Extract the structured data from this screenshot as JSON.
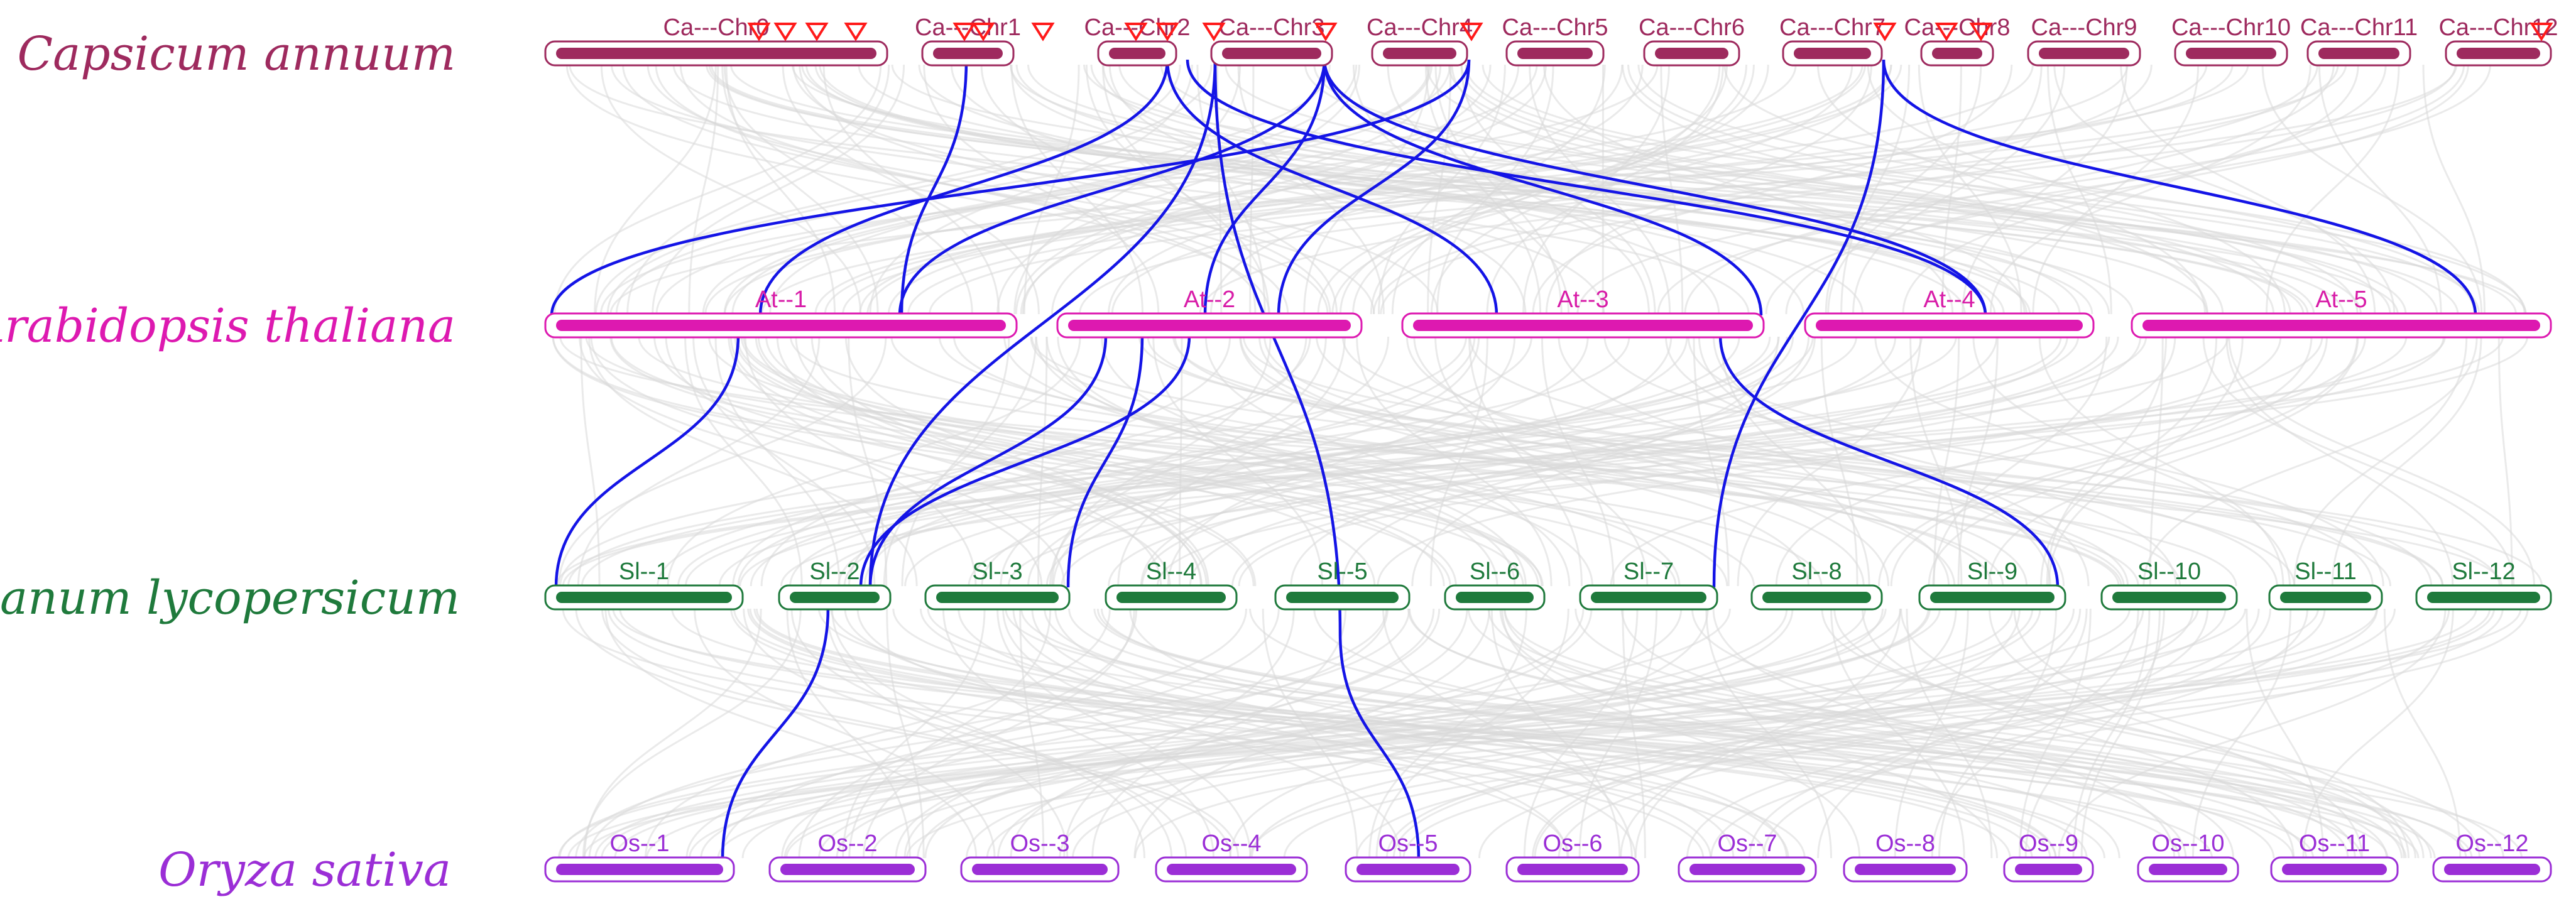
{
  "species": [
    {
      "name": "Capsicum annuum",
      "color": "#9e2a5e",
      "chromosomes": [
        "Ca---Chr0",
        "Ca---Chr1",
        "Ca---Chr2",
        "Ca---Chr3",
        "Ca---Chr4",
        "Ca---Chr5",
        "Ca---Chr6",
        "Ca---Chr7",
        "Ca---Chr8",
        "Ca---Chr9",
        "Ca---Chr10",
        "Ca---Chr11",
        "Ca---Chr12"
      ]
    },
    {
      "name": "Arabidopsis thaliana",
      "color": "#dd19b0",
      "chromosomes": [
        "At--1",
        "At--2",
        "At--3",
        "At--4",
        "At--5"
      ]
    },
    {
      "name": "Solanum lycopersicum",
      "color": "#1f7a3c",
      "chromosomes": [
        "Sl--1",
        "Sl--2",
        "Sl--3",
        "Sl--4",
        "Sl--5",
        "Sl--6",
        "Sl--7",
        "Sl--8",
        "Sl--9",
        "Sl--10",
        "Sl--11",
        "Sl--12"
      ]
    },
    {
      "name": "Oryza sativa",
      "color": "#9b2ed6",
      "chromosomes": [
        "Os--1",
        "Os--2",
        "Os--3",
        "Os--4",
        "Os--5",
        "Os--6",
        "Os--7",
        "Os--8",
        "Os--9",
        "Os--10",
        "Os--11",
        "Os--12"
      ]
    }
  ],
  "colors": {
    "background_links": "#d9d9d9",
    "highlighted_links": "#1414e6",
    "gene_markers": "#ff1a1a"
  },
  "marker_shape": "triangle-down-icon"
}
